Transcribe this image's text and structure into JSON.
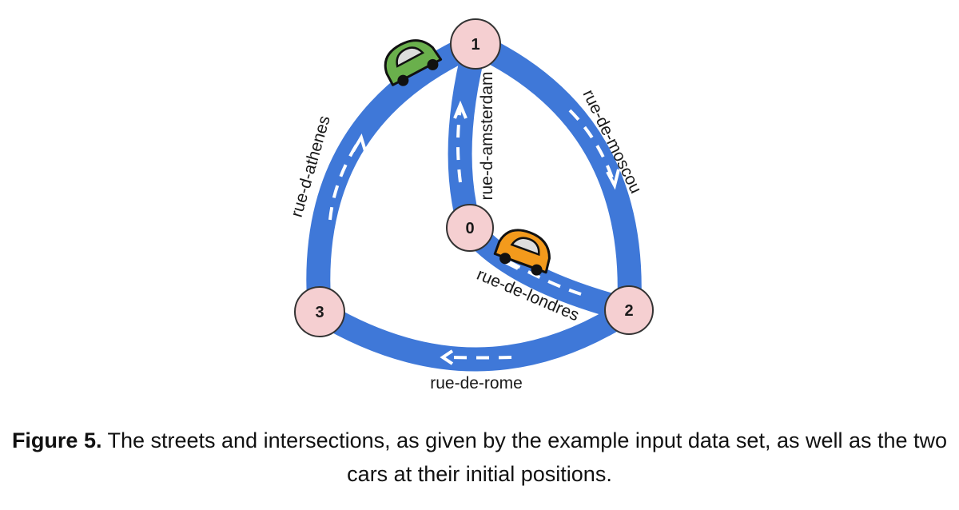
{
  "intersections": [
    {
      "id": "0",
      "label": "0"
    },
    {
      "id": "1",
      "label": "1"
    },
    {
      "id": "2",
      "label": "2"
    },
    {
      "id": "3",
      "label": "3"
    }
  ],
  "streets": {
    "athenes": {
      "name": "rue-d-athenes",
      "from": "3",
      "to": "1"
    },
    "amsterdam": {
      "name": "rue-d-amsterdam",
      "from": "0",
      "to": "1"
    },
    "moscou": {
      "name": "rue-de-moscou",
      "from": "1",
      "to": "2"
    },
    "londres": {
      "name": "rue-de-londres",
      "from": "2",
      "to": "0"
    },
    "rome": {
      "name": "rue-de-rome",
      "from": "2",
      "to": "3"
    }
  },
  "cars": [
    {
      "name": "green car",
      "color": "#6ab04c"
    },
    {
      "name": "orange car",
      "color": "#f39a1c"
    }
  ],
  "caption": {
    "label": "Figure 5.",
    "text": " The streets and intersections, as given by the example input data set, as well as the two cars at their initial positions."
  }
}
